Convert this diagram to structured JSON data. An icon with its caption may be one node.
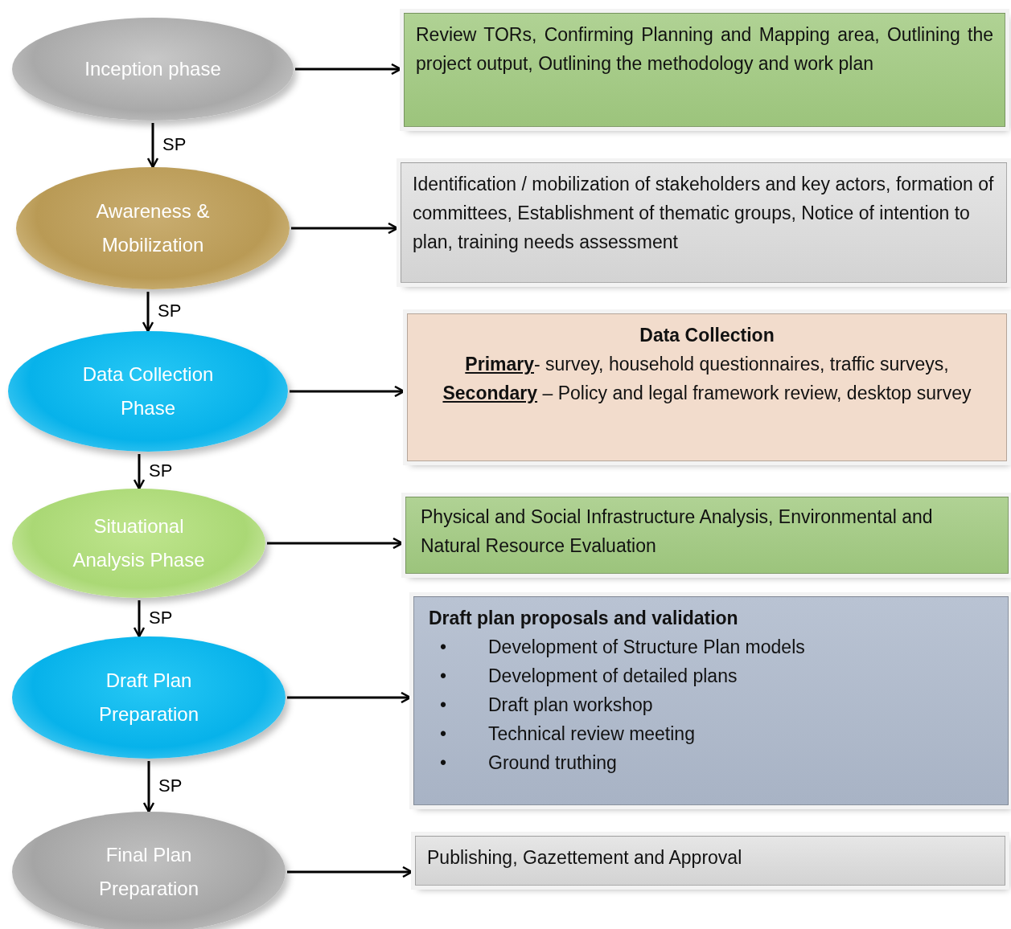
{
  "diagram": {
    "nodes": [
      {
        "text": [
          "Inception phase"
        ]
      },
      {
        "text": [
          "Review TORs, Confirming Planning and Mapping area, Outlining the project output, Outlining the methodology and work plan"
        ]
      },
      {
        "text": [
          "Awareness & Mobilization"
        ]
      },
      {
        "text": [
          "Identification / mobilization of stakeholders and key actors, formation of committees, Establishment of thematic groups, Notice of intention to plan, training needs assessment"
        ]
      },
      {
        "text": [
          "Data Collection Phase"
        ]
      },
      {
        "text": [
          "Data Collection",
          "**Primary**- survey, household questionnaires, traffic surveys, **Secondary** – Policy and legal framework review, desktop survey"
        ]
      },
      {
        "text": [
          "Situational Analysis Phase"
        ]
      },
      {
        "text": [
          "Physical and Social Infrastructure Analysis, Environmental and Natural Resource Evaluation"
        ]
      },
      {
        "text": [
          "Draft Plan Preparation"
        ]
      },
      {
        "text": [
          "Draft plan proposals and validation",
          "Development of Structure Plan models",
          "Development of detailed plans",
          "Draft plan workshop",
          "Technical review meeting",
          "Ground truthing"
        ]
      },
      {
        "text": [
          "Final Plan Preparation"
        ]
      },
      {
        "text": [
          "Publishing, Gazettement and Approval"
        ]
      }
    ],
    "edges": [
      {
        "from": 0,
        "to": 1,
        "arrow": "to"
      },
      {
        "from": 0,
        "to": 2,
        "arrow": "to",
        "label": "SP"
      },
      {
        "from": 2,
        "to": 3,
        "arrow": "to"
      },
      {
        "from": 2,
        "to": 4,
        "arrow": "to",
        "label": "SP"
      },
      {
        "from": 4,
        "to": 5,
        "arrow": "to"
      },
      {
        "from": 4,
        "to": 6,
        "arrow": "to",
        "label": "SP"
      },
      {
        "from": 6,
        "to": 7,
        "arrow": "to"
      },
      {
        "from": 6,
        "to": 8,
        "arrow": "to",
        "label": "SP"
      },
      {
        "from": 8,
        "to": 9,
        "arrow": "to"
      },
      {
        "from": 8,
        "to": 10,
        "arrow": "to",
        "label": "SP"
      },
      {
        "from": 10,
        "to": 11,
        "arrow": "to"
      }
    ],
    "labels": [
      "•",
      "•",
      "•",
      "•",
      "•"
    ]
  }
}
